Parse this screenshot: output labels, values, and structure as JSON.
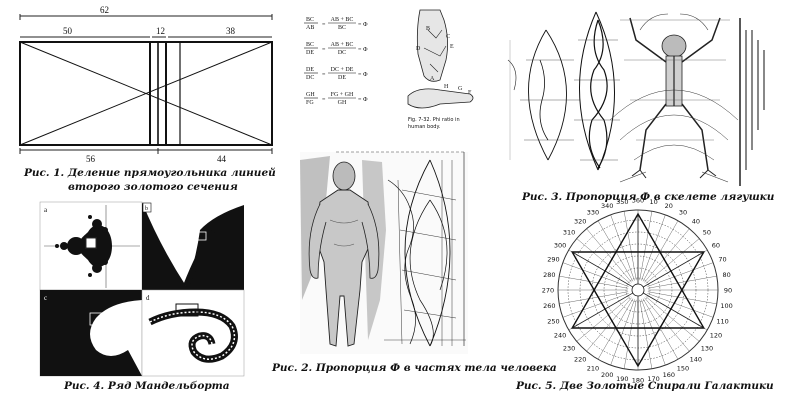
{
  "fig1": {
    "top_total": "62",
    "top_left": "50",
    "top_mid": "12",
    "top_right": "38",
    "bottom_left": "56",
    "bottom_right": "44",
    "caption_line1": "Рис. 1. Деление прямоугольника линией",
    "caption_line2": "второго золотого сечения"
  },
  "fig2": {
    "caption": "Рис. 2. Пропорция Ф в частях тела человека",
    "formulas": [
      {
        "lhs_top": "BC",
        "lhs_bottom": "AB",
        "rhs_top": "AB + BC",
        "rhs_bottom": "BC",
        "sym": "= Ф"
      },
      {
        "lhs_top": "BC",
        "lhs_bottom": "DE",
        "rhs_top": "AB + BC",
        "rhs_bottom": "DC",
        "sym": "= Ф"
      },
      {
        "lhs_top": "DE",
        "lhs_bottom": "DC",
        "rhs_top": "DC + DE",
        "rhs_bottom": "DE",
        "sym": "= Ф"
      },
      {
        "lhs_top": "GH",
        "lhs_bottom": "FG",
        "rhs_top": "FG + GH",
        "rhs_bottom": "GH",
        "sym": "= Ф"
      }
    ],
    "hand_letters": [
      "B",
      "C",
      "D",
      "E",
      "A"
    ],
    "finger_letters": [
      "H",
      "G",
      "F"
    ],
    "fig_note_line1": "Fig. 7-32. Phi ratio in",
    "fig_note_line2": "human body."
  },
  "fig3": {
    "caption": "Рис. 3. Пропорция Ф в скелете лягушки"
  },
  "fig4": {
    "caption": "Рис. 4. Ряд Мандельборта",
    "panel_letters": [
      "a",
      "b",
      "c",
      "d"
    ]
  },
  "fig5": {
    "caption": "Рис. 5. Две Золотые Спирали Галактики",
    "angle_labels": [
      "10",
      "20",
      "30",
      "40",
      "50",
      "60",
      "70",
      "80",
      "90",
      "100",
      "110",
      "120",
      "130",
      "140",
      "150",
      "160",
      "170",
      "180",
      "190",
      "200",
      "210",
      "220",
      "230",
      "240",
      "250",
      "260",
      "270",
      "280",
      "290",
      "300",
      "310",
      "320",
      "330",
      "340",
      "350",
      "360"
    ]
  }
}
